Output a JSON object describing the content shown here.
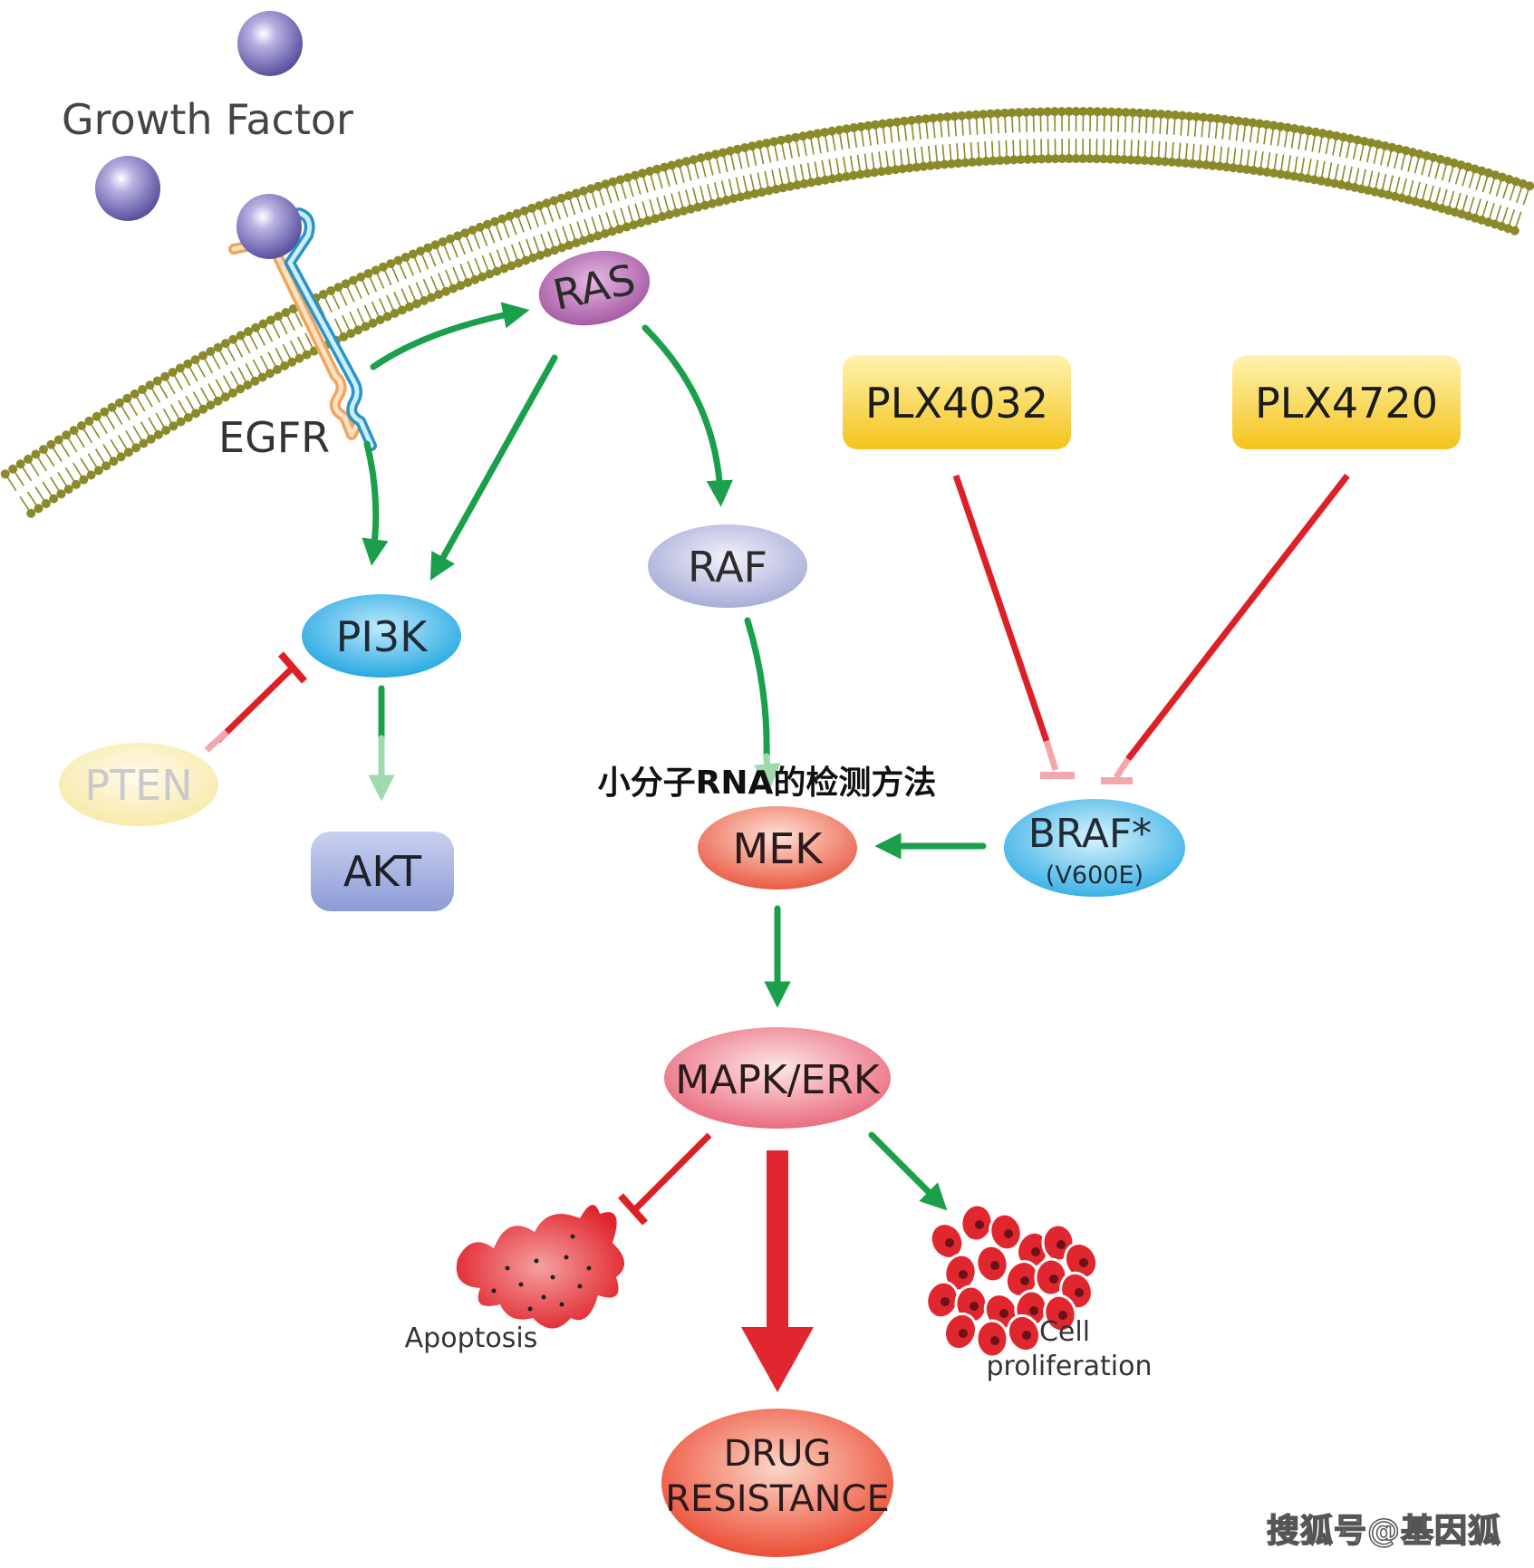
{
  "labels": {
    "growth_factor": "Growth Factor",
    "egfr": "EGFR",
    "ras": "RAS",
    "raf": "RAF",
    "pi3k": "PI3K",
    "pten": "PTEN",
    "akt": "AKT",
    "mek": "MEK",
    "braf": "BRAF*",
    "braf_sub": "(V600E)",
    "plx4032": "PLX4032",
    "plx4720": "PLX4720",
    "mapk_erk": "MAPK/ERK",
    "apoptosis": "Apoptosis",
    "cell": "Cell",
    "proliferation": "proliferation",
    "drug": "DRUG",
    "resistance": "RESISTANCE"
  },
  "overlay_caption": "小分子RNA的检测方法",
  "watermark": "搜狐号@基因狐",
  "colors": {
    "activation": "#1a9f4a",
    "inhibition": "#dd2026",
    "membrane": "#8a8a2a",
    "growth_factor": "#6b62b0"
  }
}
